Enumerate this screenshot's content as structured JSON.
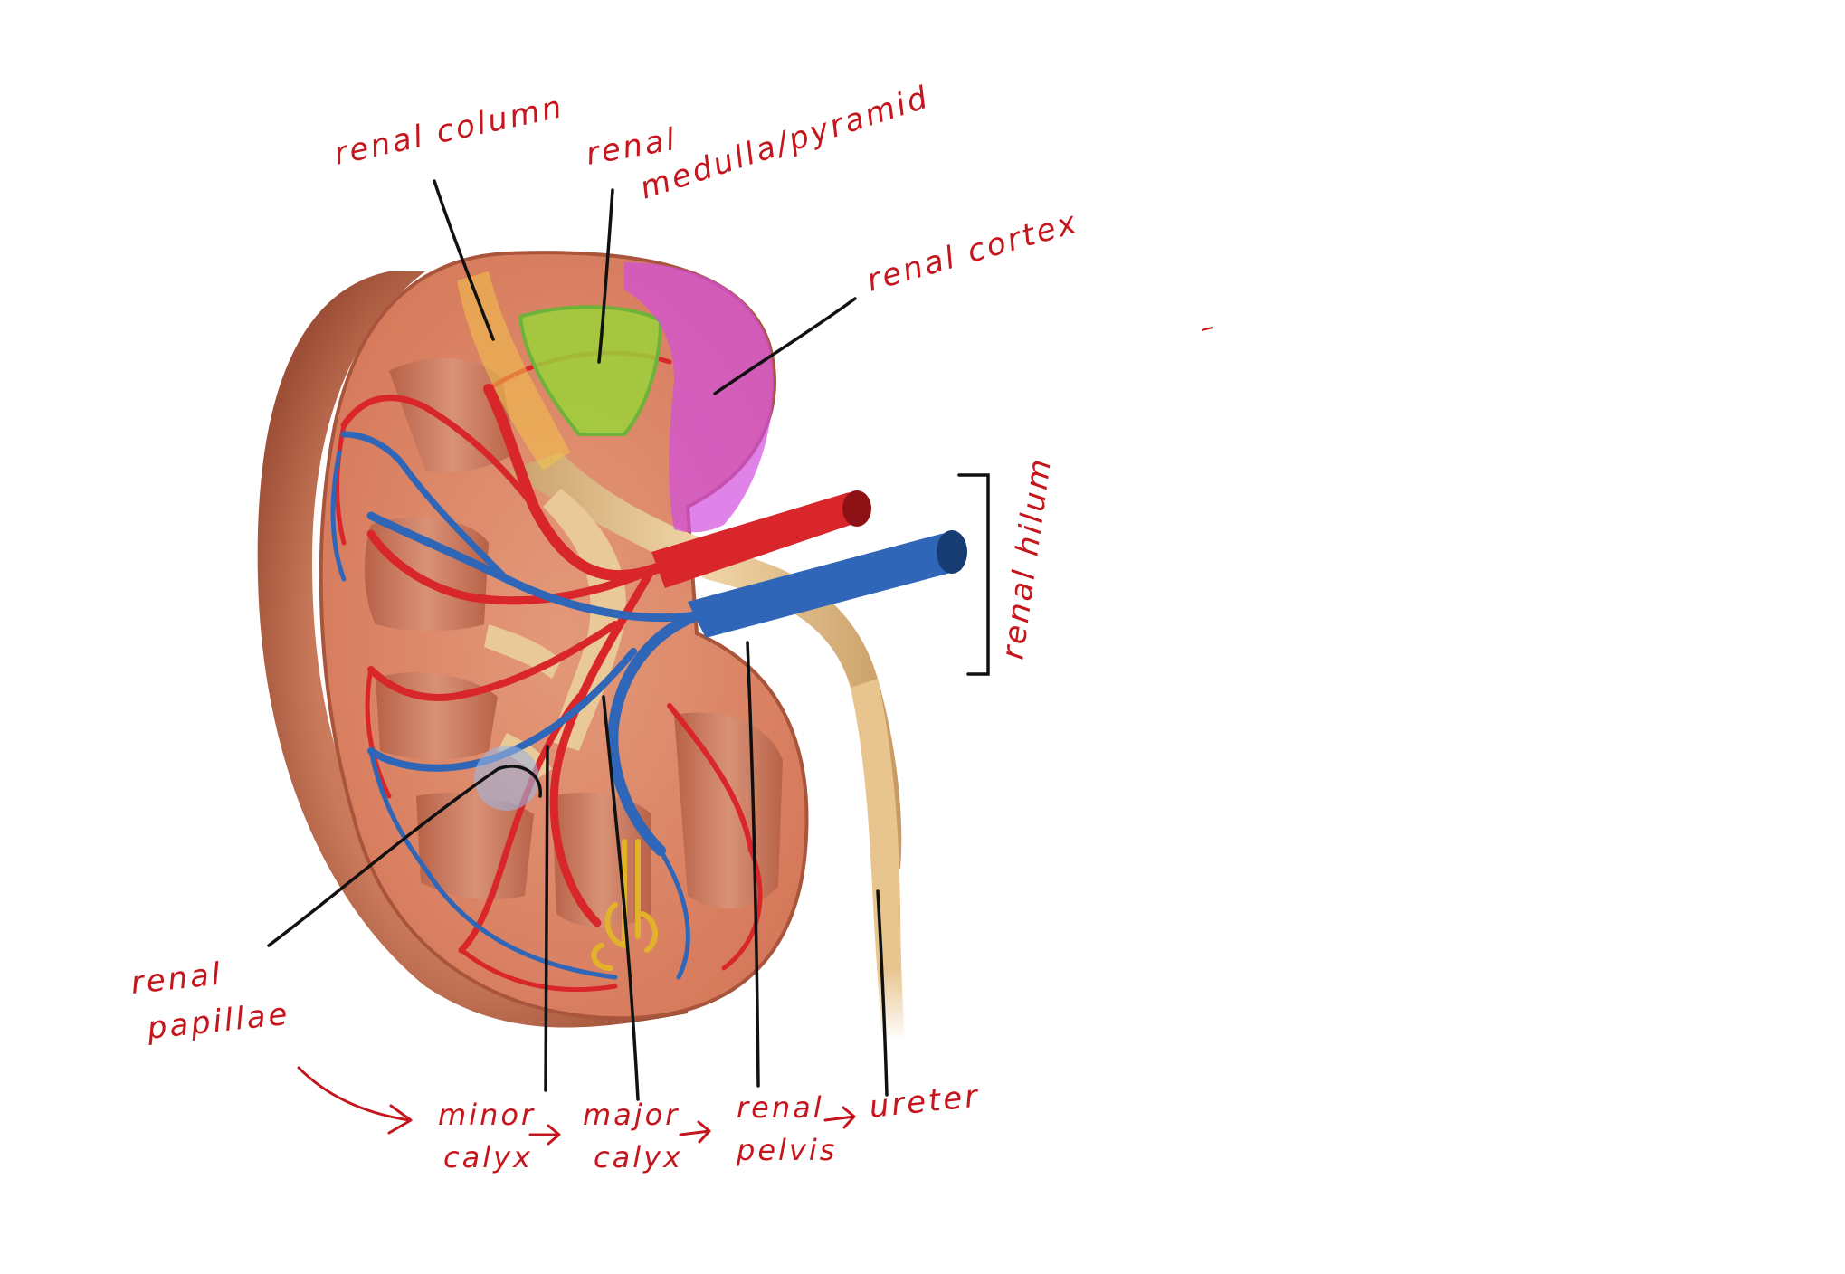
{
  "diagram": {
    "labels": {
      "renal_column": "renal column",
      "renal_medulla_line1": "renal",
      "renal_medulla_line2": "medulla/pyramid",
      "renal_cortex": "renal cortex",
      "renal_hilum": "renal hilum",
      "renal_papillae_line1": "renal",
      "renal_papillae_line2": "papillae",
      "minor_calyx_line1": "minor",
      "minor_calyx_line2": "calyx",
      "major_calyx_line1": "major",
      "major_calyx_line2": "calyx",
      "renal_pelvis_line1": "renal",
      "renal_pelvis_line2": "pelvis",
      "ureter": "ureter"
    },
    "highlight_colors": {
      "renal_column": "#f2c24a",
      "renal_medulla": "#9bd23a",
      "renal_cortex": "#d24fe0",
      "renal_papillae": "#9fb6e0",
      "annotation": "#c4161c",
      "artery": "#d8262a",
      "vein": "#2f66b7"
    },
    "flow_arrow_icon": "arrow-right-icon"
  }
}
